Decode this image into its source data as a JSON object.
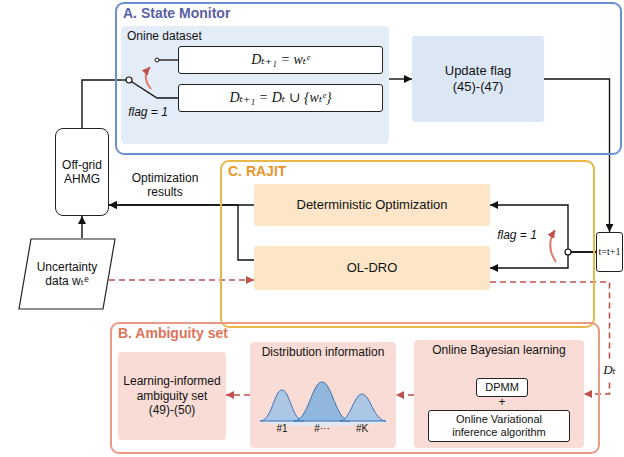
{
  "diagram": {
    "nodes": [
      {
        "text": [
          "A. State Monitor"
        ]
      },
      {
        "text": [
          "Onine dataset"
        ],
        "in": 0
      },
      {
        "text": [
          "Dₜ₊₁ = wₜᵉ"
        ],
        "in": 1
      },
      {
        "text": [
          "Dₜ₊₁ = Dₜ ∪ {wₜᵉ}"
        ],
        "in": 1
      },
      {
        "text": [
          "Update flag",
          "(45)-(47)"
        ],
        "in": 0
      },
      {
        "text": [
          "Off-grid AHMG"
        ]
      },
      {
        "text": [
          "C. RAJIT"
        ]
      },
      {
        "text": [
          "Deterministic Optimization"
        ],
        "in": 6
      },
      {
        "text": [
          "OL-DRO"
        ],
        "in": 6
      },
      {
        "text": [
          "t=t+1"
        ]
      },
      {
        "text": [
          "Uncertainty data wₜᵉ"
        ]
      },
      {
        "text": [
          "B. Ambiguity set"
        ]
      },
      {
        "text": [
          "Learning-informed ambiguity set",
          "(49)-(50)"
        ],
        "in": 11
      },
      {
        "text": [
          "Distribution information"
        ],
        "in": 11
      },
      {
        "text": [
          "Online Bayesian learning"
        ],
        "in": 11
      },
      {
        "text": [
          "DPMM"
        ],
        "in": 14
      },
      {
        "text": [
          "Online Variational inference algorithm"
        ],
        "in": 14
      }
    ],
    "edges": [
      {
        "from": 10,
        "to": 5,
        "arrow": "to"
      },
      {
        "from": 5,
        "to": 1,
        "arrow": "none"
      },
      {
        "from": 1,
        "to": 4,
        "arrow": "to"
      },
      {
        "from": 4,
        "to": 9,
        "arrow": "to"
      },
      {
        "from": 9,
        "to": 7,
        "arrow": "to"
      },
      {
        "from": 9,
        "to": 8,
        "arrow": "to"
      },
      {
        "from": 7,
        "to": 5,
        "arrow": "to",
        "label": "Optimization results"
      },
      {
        "from": 8,
        "to": 5,
        "arrow": "to"
      },
      {
        "from": 10,
        "to": 8,
        "arrow": "to"
      },
      {
        "from": 8,
        "to": 14,
        "arrow": "to",
        "label": "Dₜ"
      },
      {
        "from": 14,
        "to": 13,
        "arrow": "to"
      },
      {
        "from": 13,
        "to": 12,
        "arrow": "to"
      }
    ],
    "labels": [
      "flag = 1",
      "flag = 1",
      "+",
      "#1",
      "#···",
      "#K"
    ]
  }
}
